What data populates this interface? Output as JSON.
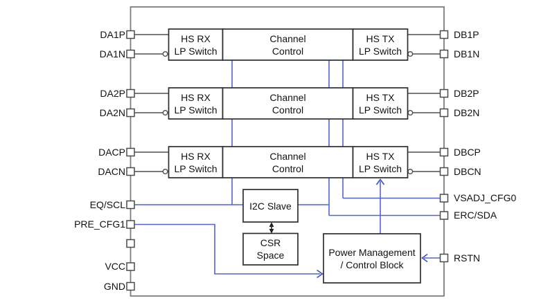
{
  "diagram": {
    "pins_left": [
      "DA1P",
      "DA1N",
      "DA2P",
      "DA2N",
      "DACP",
      "DACN",
      "EQ/SCL",
      "PRE_CFG1",
      "VCC",
      "GND"
    ],
    "pins_right": [
      "DB1P",
      "DB1N",
      "DB2P",
      "DB2N",
      "DBCP",
      "DBCN",
      "VSADJ_CFG0",
      "ERC/SDA",
      "RSTN"
    ],
    "blocks": {
      "hs_rx": {
        "line1": "HS RX",
        "line2": "LP Switch"
      },
      "channel_control": {
        "line1": "Channel",
        "line2": "Control"
      },
      "hs_tx": {
        "line1": "HS TX",
        "line2": "LP Switch"
      },
      "i2c_slave": {
        "line1": "I2C Slave"
      },
      "csr_space": {
        "line1": "CSR",
        "line2": "Space"
      },
      "power_block": {
        "line1": "Power Management",
        "line2": "/ Control Block"
      }
    },
    "colors": {
      "signal_blue": "#5263cc",
      "wire_dark": "#4f4f4f",
      "boundary_gray": "#7e7e76",
      "block_border": "#2d2d2d",
      "text": "#111111"
    }
  }
}
